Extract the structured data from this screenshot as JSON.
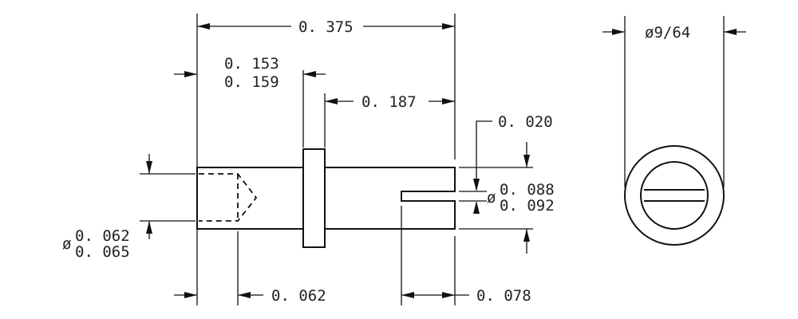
{
  "dimensions": {
    "overall_length": "0. 375",
    "flange_position_min": "0. 153",
    "flange_position_max": "0. 159",
    "slot_side_length": "0. 187",
    "slot_width": "0. 020",
    "slot_diameter_prefix": "ø",
    "slot_diameter_min": "0. 088",
    "slot_diameter_max": "0. 092",
    "bore_diameter_prefix": "ø",
    "bore_diameter_min": "0. 062",
    "bore_diameter_max": "0. 065",
    "bore_depth": "0. 062",
    "slot_depth": "0. 078",
    "flange_diameter": "ø9/64"
  }
}
